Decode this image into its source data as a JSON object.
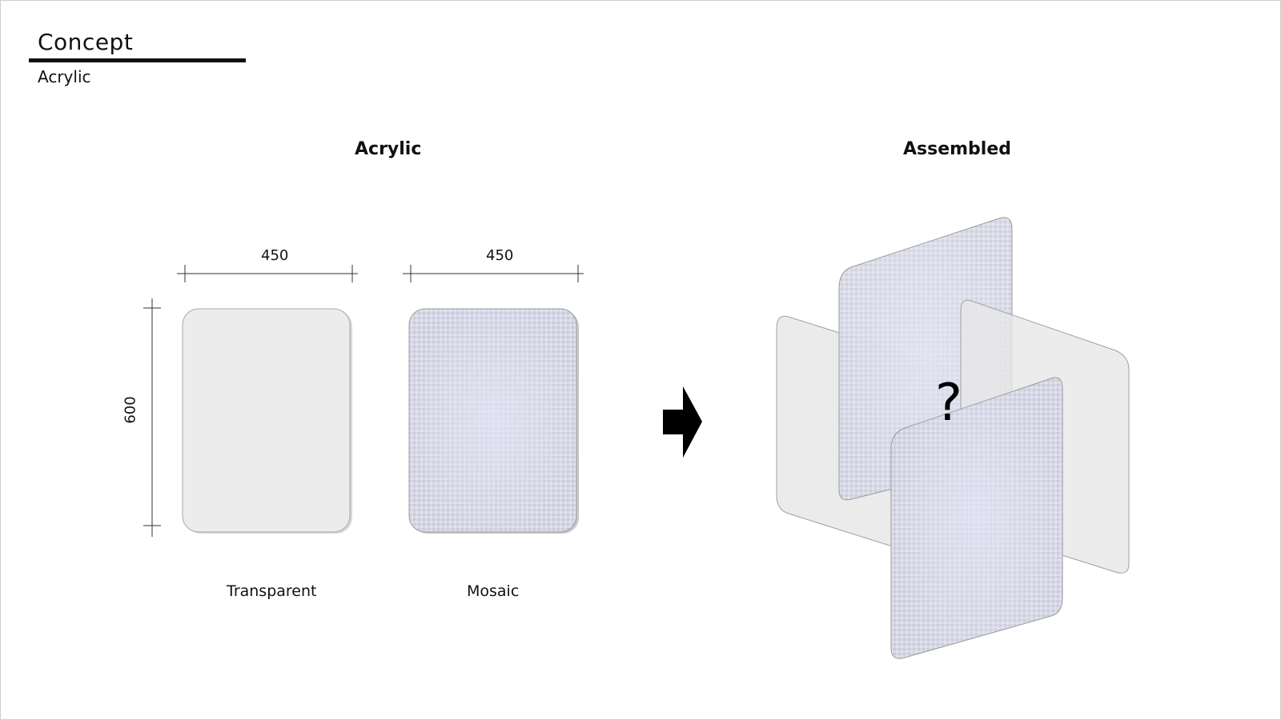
{
  "header": {
    "title": "Concept",
    "subtitle": "Acrylic"
  },
  "sections": {
    "left_heading": "Acrylic",
    "right_heading": "Assembled"
  },
  "panels": [
    {
      "caption": "Transparent",
      "width_label": "450"
    },
    {
      "caption": "Mosaic",
      "width_label": "450"
    }
  ],
  "dimensions": {
    "height_label": "600"
  },
  "assembled": {
    "question_mark": "?"
  },
  "colors": {
    "transparent_fill": "#ececec",
    "mosaic_fill": "#d3d5e3",
    "arrow": "#000000",
    "dimension_line": "#333333"
  }
}
